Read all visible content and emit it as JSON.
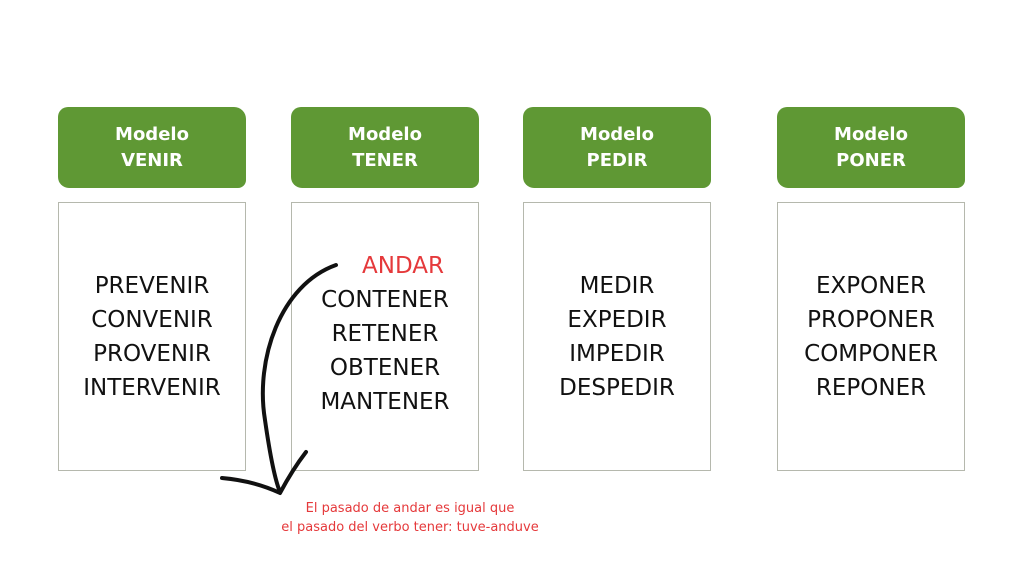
{
  "columns": [
    {
      "title": "Modelo",
      "model": "VENIR",
      "verbs": [
        "PREVENIR",
        "CONVENIR",
        "PROVENIR",
        "INTERVENIR"
      ]
    },
    {
      "title": "Modelo",
      "model": "TENER",
      "highlight": "ANDAR",
      "verbs": [
        "CONTENER",
        "RETENER",
        "OBTENER",
        "MANTENER"
      ]
    },
    {
      "title": "Modelo",
      "model": "PEDIR",
      "verbs": [
        "MEDIR",
        "EXPEDIR",
        "IMPEDIR",
        "DESPEDIR"
      ]
    },
    {
      "title": "Modelo",
      "model": "PONER",
      "verbs": [
        "EXPONER",
        "PROPONER",
        "COMPONER",
        "REPONER"
      ]
    }
  ],
  "note": {
    "line1": "El pasado de andar es igual que",
    "line2": "el pasado del verbo tener: tuve-anduve"
  },
  "colors": {
    "header": "#5f9834",
    "highlight": "#e5393b"
  }
}
